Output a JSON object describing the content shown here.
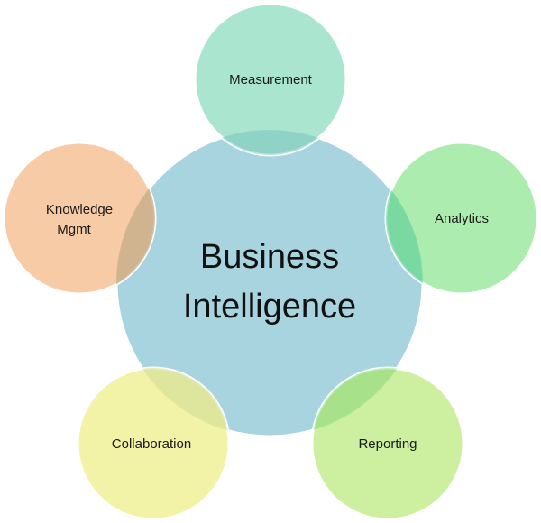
{
  "center": {
    "line1": "Business",
    "line2": "Intelligence",
    "color": "#a8d4e0"
  },
  "satellites": [
    {
      "id": "measurement",
      "line1": "Measurement",
      "line2": "",
      "color": "#a3e3cc"
    },
    {
      "id": "analytics",
      "line1": "Analytics",
      "line2": "",
      "color": "#a6eaa8"
    },
    {
      "id": "reporting",
      "line1": "Reporting",
      "line2": "",
      "color": "#c8ee98"
    },
    {
      "id": "collaboration",
      "line1": "Collaboration",
      "line2": "",
      "color": "#f2f2a0"
    },
    {
      "id": "knowledge",
      "line1": "Knowledge",
      "line2": "Mgmt",
      "color": "#f7c7a0"
    }
  ]
}
